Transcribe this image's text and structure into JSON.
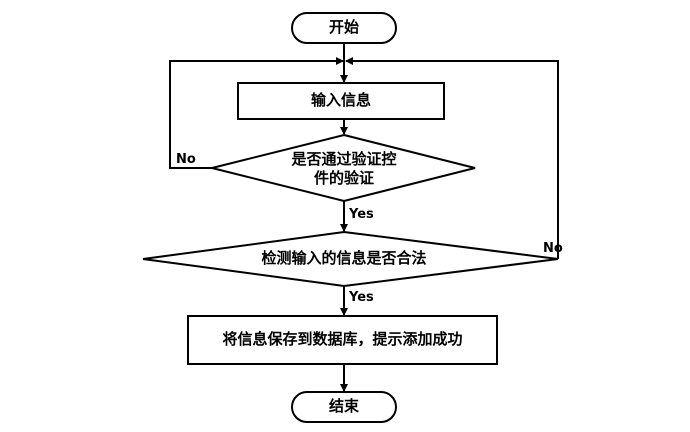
{
  "nodes": {
    "start": "开始",
    "input": "输入信息",
    "verify_line1": "是否通过验证控",
    "verify_line2": "件的验证",
    "check": "检测输入的信息是否合法",
    "save": "将信息保存到数据库，提示添加成功",
    "end": "结束"
  },
  "edges": {
    "verify_no": "No",
    "verify_yes": "Yes",
    "check_no": "No",
    "check_yes": "Yes"
  }
}
